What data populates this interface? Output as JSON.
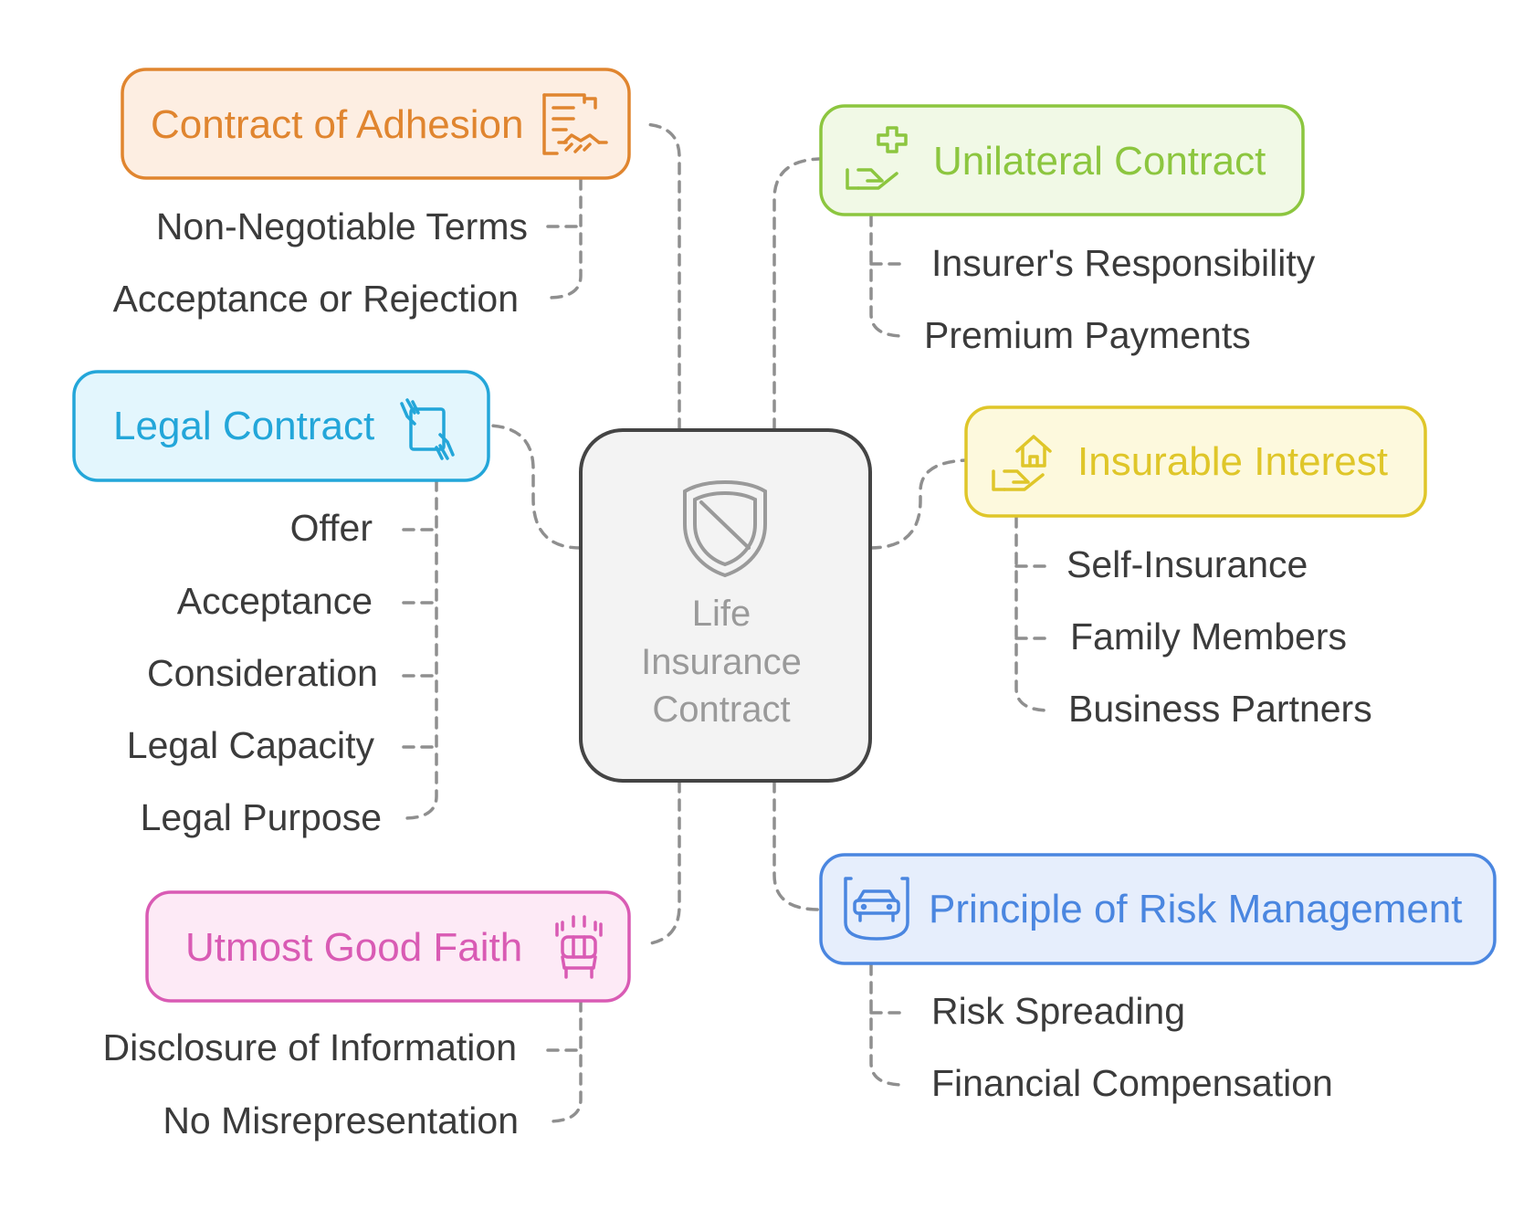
{
  "center": {
    "label_lines": [
      "Life",
      "Insurance",
      "Contract"
    ],
    "icon": "shield-icon"
  },
  "nodes": {
    "adhesion": {
      "label": "Contract of Adhesion",
      "icon": "contract-handshake-icon",
      "color": "#e0852f",
      "fill": "#fdeee2",
      "children": [
        "Non-Negotiable Terms",
        "Acceptance or Rejection"
      ]
    },
    "legal": {
      "label": "Legal Contract",
      "icon": "hand-document-icon",
      "color": "#23a6d9",
      "fill": "#e3f6fd",
      "children": [
        "Offer",
        "Acceptance",
        "Consideration",
        "Legal Capacity",
        "Legal Purpose"
      ]
    },
    "faith": {
      "label": "Utmost Good Faith",
      "icon": "raised-fist-icon",
      "color": "#d95bb4",
      "fill": "#fdeaf6",
      "children": [
        "Disclosure of Information",
        "No Misrepresentation"
      ]
    },
    "unilateral": {
      "label": "Unilateral Contract",
      "icon": "hand-plus-icon",
      "color": "#8cc63f",
      "fill": "#f1f9e6",
      "children": [
        "Insurer's Responsibility",
        "Premium Payments"
      ]
    },
    "insurable": {
      "label": "Insurable Interest",
      "icon": "hand-house-icon",
      "color": "#dfc629",
      "fill": "#fdf9dd",
      "children": [
        "Self-Insurance",
        "Family Members",
        "Business Partners"
      ]
    },
    "risk": {
      "label": "Principle of Risk Management",
      "icon": "car-protection-icon",
      "color": "#4a86e0",
      "fill": "#e6eefc",
      "children": [
        "Risk Spreading",
        "Financial Compensation"
      ]
    }
  }
}
